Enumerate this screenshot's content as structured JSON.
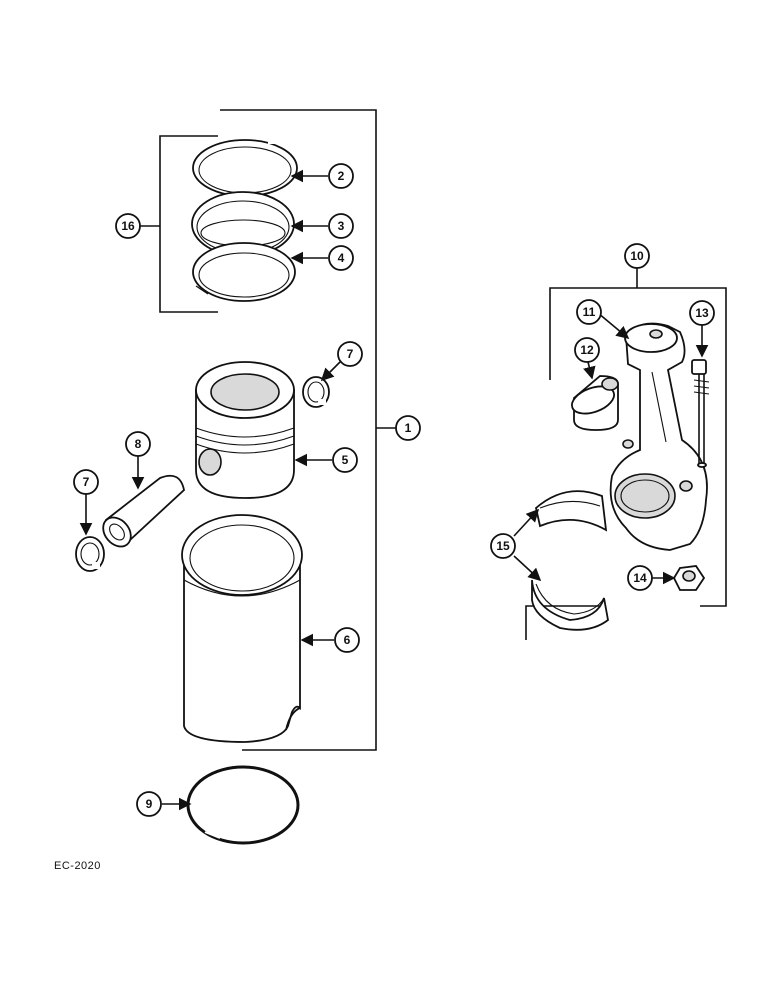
{
  "reference_code": "EC-2020",
  "callouts": {
    "c1": "1",
    "c2": "2",
    "c3": "3",
    "c4": "4",
    "c5": "5",
    "c6": "6",
    "c7a": "7",
    "c7b": "7",
    "c8": "8",
    "c9": "9",
    "c10": "10",
    "c11": "11",
    "c12": "12",
    "c13": "13",
    "c14": "14",
    "c15": "15",
    "c16": "16"
  }
}
